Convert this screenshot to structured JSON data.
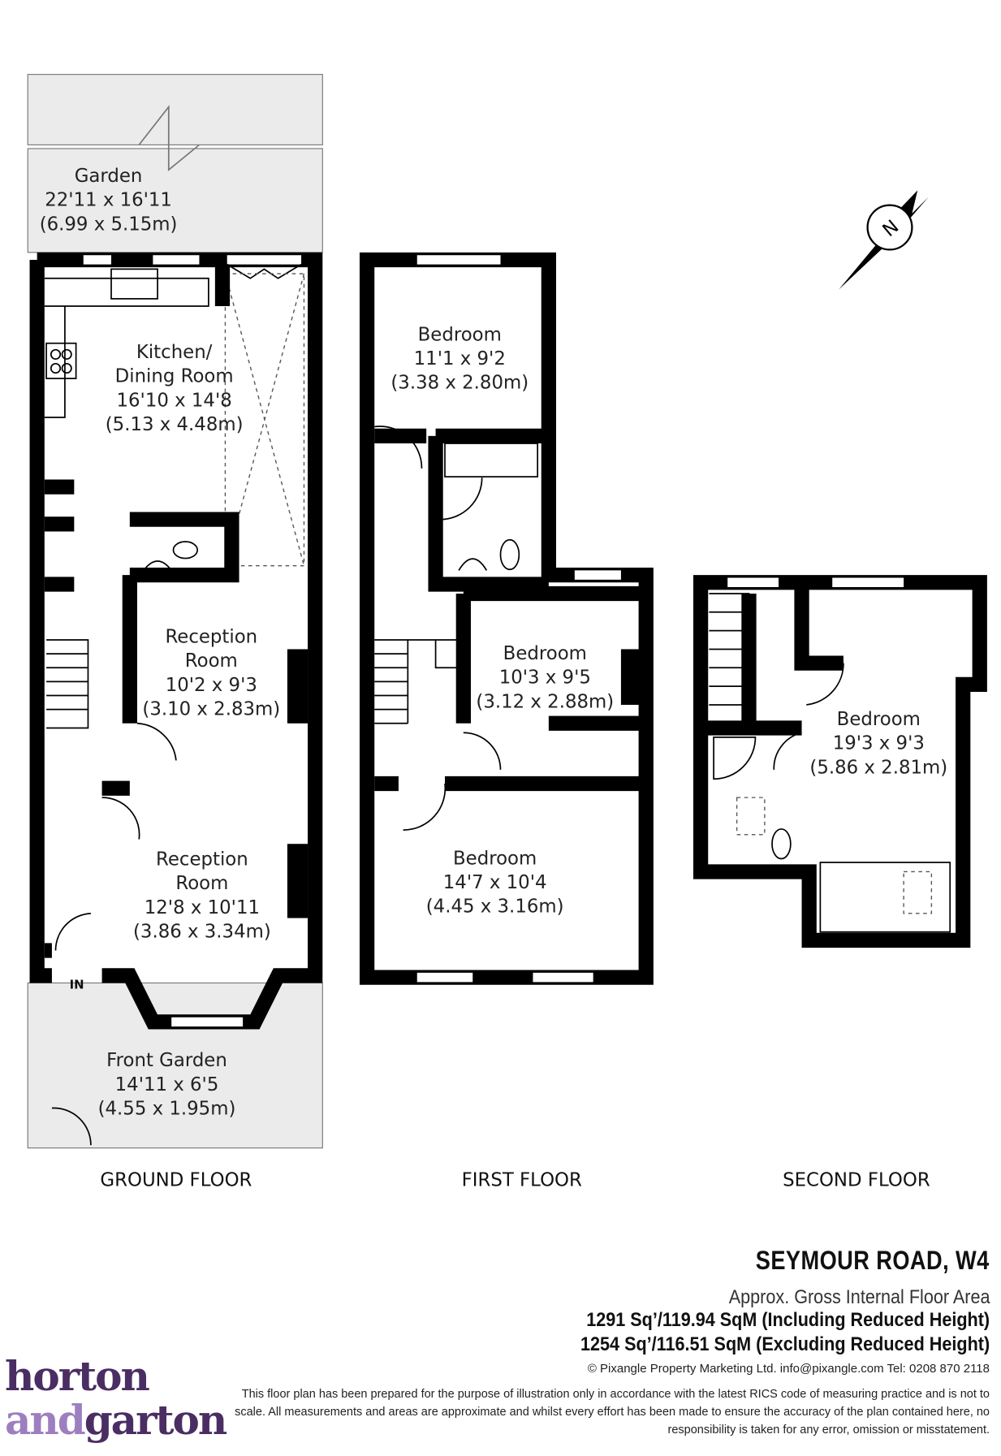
{
  "rooms": {
    "garden": {
      "name": "Garden",
      "imperial": "22'11 x 16'11",
      "metric": "(6.99 x 5.15m)"
    },
    "kitchen": {
      "name1": "Kitchen/",
      "name2": "Dining Room",
      "imperial": "16'10 x 14'8",
      "metric": "(5.13 x 4.48m)"
    },
    "reception1": {
      "name1": "Reception",
      "name2": "Room",
      "imperial": "10'2 x 9'3",
      "metric": "(3.10 x 2.83m)"
    },
    "reception2": {
      "name1": "Reception",
      "name2": "Room",
      "imperial": "12'8 x 10'11",
      "metric": "(3.86 x 3.34m)"
    },
    "front_garden": {
      "name": "Front Garden",
      "imperial": "14'11 x 6'5",
      "metric": "(4.55 x 1.95m)"
    },
    "ff_bed1": {
      "name": "Bedroom",
      "imperial": "11'1 x 9'2",
      "metric": "(3.38 x 2.80m)"
    },
    "ff_bed2": {
      "name": "Bedroom",
      "imperial": "10'3 x 9'5",
      "metric": "(3.12 x 2.88m)"
    },
    "ff_bed3": {
      "name": "Bedroom",
      "imperial": "14'7 x 10'4",
      "metric": "(4.45 x 3.16m)"
    },
    "sf_bed": {
      "name": "Bedroom",
      "imperial": "19'3 x 9'3",
      "metric": "(5.86 x 2.81m)"
    }
  },
  "entrance_label": "IN",
  "compass_label": "N",
  "floors": [
    "GROUND FLOOR",
    "FIRST FLOOR",
    "SECOND FLOOR"
  ],
  "title": "SEYMOUR ROAD, W4",
  "approx_label": "Approx. Gross Internal Floor Area",
  "area_including": "1291 Sq’/119.94 SqM (Including Reduced Height)",
  "area_excluding": "1254 Sq’/116.51 SqM (Excluding Reduced Height)",
  "copyright": "© Pixangle Property Marketing Ltd. info@pixangle.com Tel: 0208 870 2118",
  "disclaimer": "This floor plan has been prepared for the purpose of illustration only in accordance with the latest RICS code of measuring practice and is not to scale. All measurements and areas are approximate and whilst every effort has been made to ensure the accuracy of the plan contained here, no responsibility is taken for any error, omission or misstatement.",
  "logo": {
    "line1": "horton",
    "line2a": "and",
    "line2b": "garton"
  },
  "colors": {
    "garden": "#ebebec",
    "wall": "#000000",
    "logo_dark": "#4a2e63",
    "logo_light": "#9d7fc0"
  }
}
